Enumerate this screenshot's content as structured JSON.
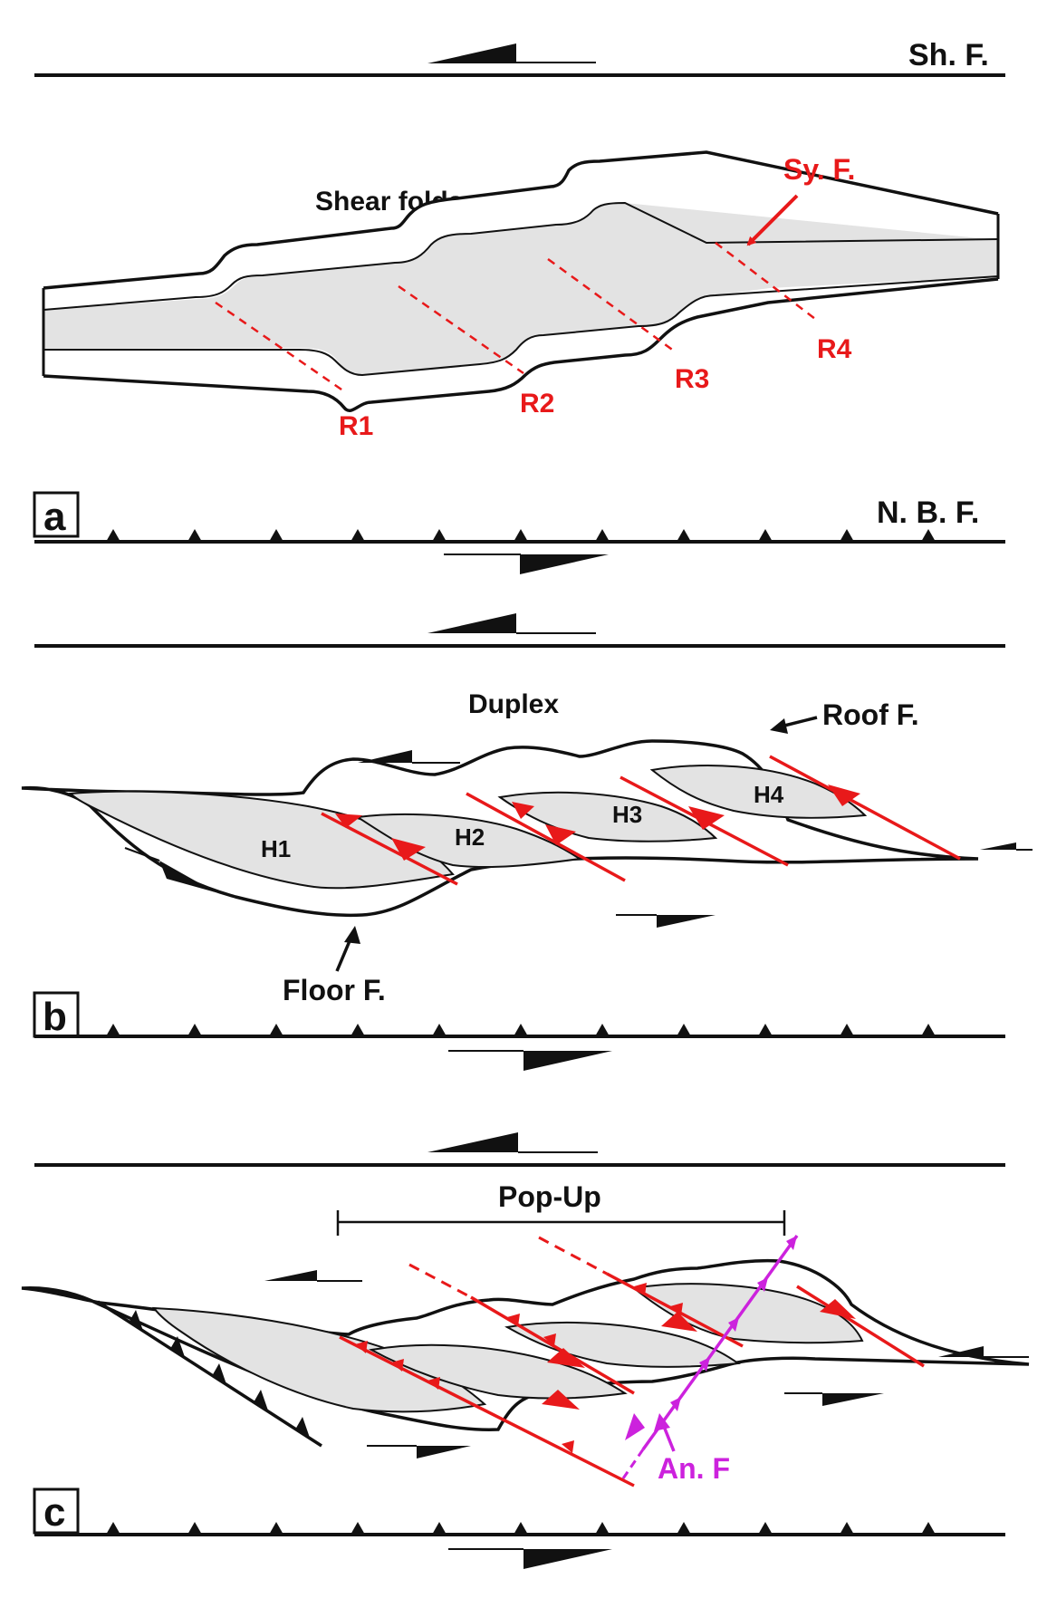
{
  "labels": {
    "shear_fault": "Sh. F.",
    "shear_folds": "Shear folds",
    "synthetic_fault": "Sy. F.",
    "riedels": [
      "R1",
      "R2",
      "R3",
      "R4"
    ],
    "panel_a": "a",
    "northern_boundary_fault": "N. B. F.",
    "duplex": "Duplex",
    "roof_fault": "Roof F.",
    "horses": [
      "H1",
      "H2",
      "H3",
      "H4"
    ],
    "floor_fault": "Floor F.",
    "panel_b": "b",
    "popup": "Pop-Up",
    "antithetic_fault": "An. F",
    "panel_c": "c"
  },
  "colors": {
    "line": "#111111",
    "fill_gray": "#e3e3e3",
    "fault_red": "#e8191a",
    "antithetic_magenta": "#cc22dd"
  }
}
